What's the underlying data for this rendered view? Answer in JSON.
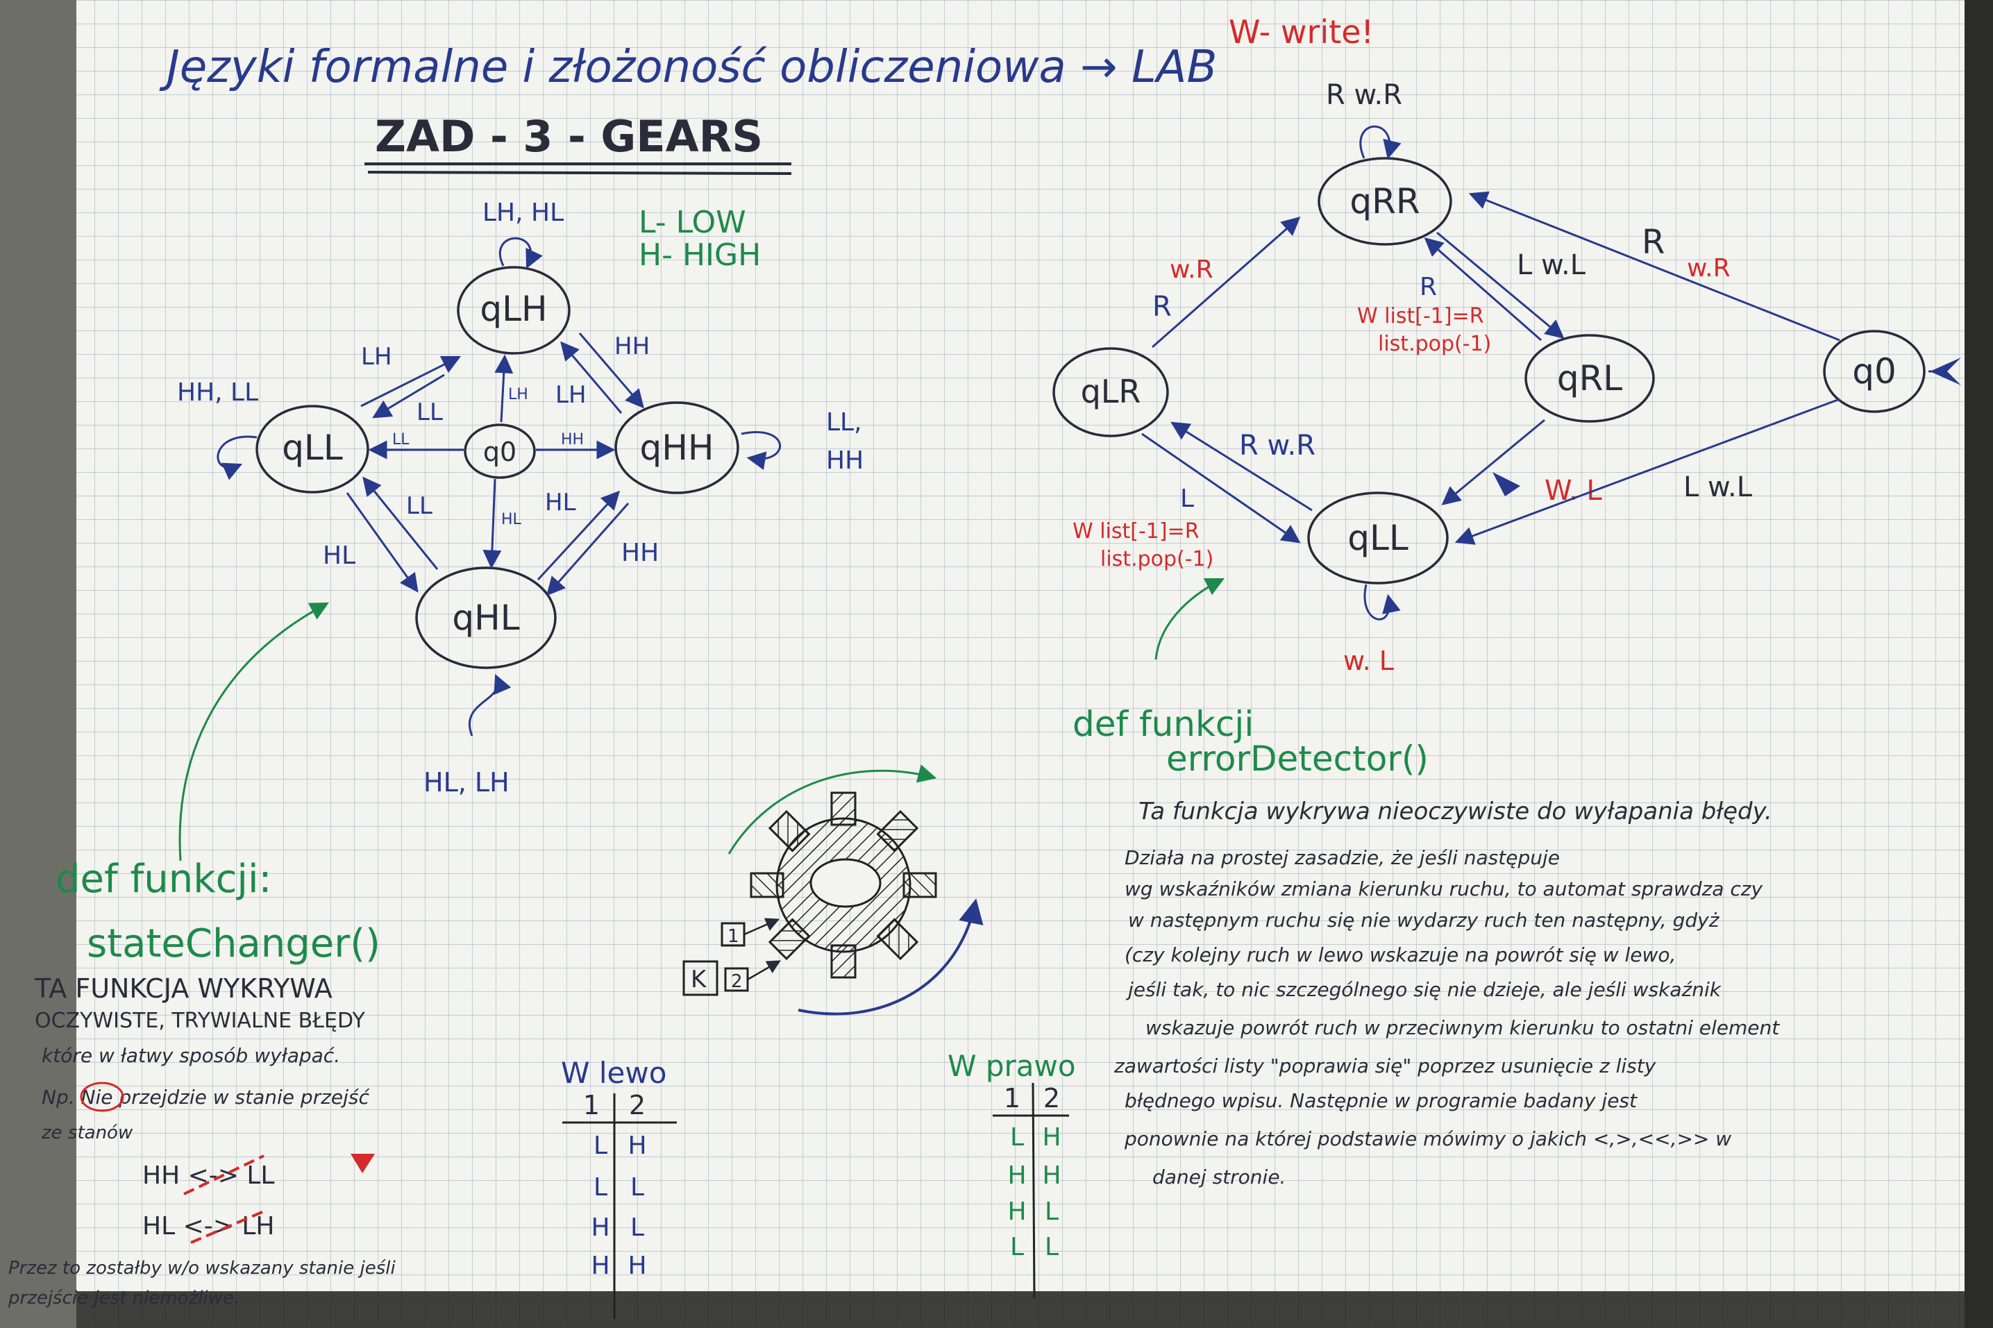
{
  "header": {
    "title": "Języki formalne i złożoność obliczeniowa → LAB",
    "subtitle": "ZAD - 3 - GEARS",
    "write_note": "W- write!"
  },
  "legend": {
    "low": "L- LOW",
    "high": "H- HIGH"
  },
  "left_graph": {
    "nodes": {
      "lh": "qLH",
      "ll": "qLL",
      "q0": "q0",
      "hh": "qHH",
      "hl": "qHL"
    },
    "edge_labels": {
      "lh_self": "LH, HL",
      "ll_self": "HH, LL",
      "hh_self_1": "LL,",
      "hh_self_2": "HH",
      "hl_self": "HL, LH",
      "ll_to_lh": "LH",
      "lh_to_ll": "LL",
      "hh_to_lh": "HH",
      "lh_to_hh": "LH",
      "q0_to_lh": "LH",
      "q0_to_ll": "LL",
      "q0_to_hh": "HH",
      "q0_to_hl": "HL",
      "ll_to_hl": "HL",
      "hl_to_ll": "LL",
      "hl_to_hh": "HL",
      "hh_to_hl": "HH"
    }
  },
  "right_graph": {
    "nodes": {
      "rr": "qRR",
      "lr": "qLR",
      "rl": "qRL",
      "q0": "q0",
      "ll": "qLL"
    },
    "edge_labels": {
      "rr_self": "R w.R",
      "lr_to_rr_1": "w.R",
      "lr_to_rr_2": "R",
      "rr_to_rl_r": "R",
      "rr_to_rl_note_1": "W list[-1]=R",
      "rr_to_rl_note_2": "list.pop(-1)",
      "rl_to_rr": "L w.L",
      "q0_to_rr_1": "R",
      "q0_to_rr_2": "w.R",
      "ll_to_lr": "R w.R",
      "lr_to_ll": "L",
      "lr_to_ll_note_1": "W list[-1]=R",
      "lr_to_ll_note_2": "list.pop(-1)",
      "rl_to_ll": "W. L",
      "q0_to_ll": "L w.L",
      "ll_self": "w. L"
    }
  },
  "state_changer": {
    "def": "def funkcji:",
    "name": "stateChanger()",
    "lines": [
      "TA FUNKCJA WYKRYWA",
      "OCZYWISTE, TRYWIALNE BŁĘDY",
      "które w łatwy sposób wyłapać.",
      "Np. Nie przejdzie w stanie przejść",
      "ze stanów"
    ],
    "example_1": "HH <-> LL",
    "example_2": "HL <-> LH",
    "footer_1": "Przez to zostałby w/o wskazany stanie jeśli",
    "footer_2": "przejście jest niemożliwe."
  },
  "error_detector": {
    "def": "def funkcji",
    "name": "errorDetector()",
    "lines": [
      "Ta funkcja wykrywa nieoczywiste do wyłapania błędy.",
      "Działa na prostej zasadzie, że jeśli następuje",
      "wg wskaźników zmiana kierunku ruchu, to automat sprawdza czy",
      "w następnym ruchu się nie wydarzy ruch ten następny, gdyż",
      "(czy kolejny ruch w lewo wskazuje na powrót się w lewo,",
      "jeśli tak, to nic szczególnego się nie dzieje, ale jeśli wskaźnik",
      "wskazuje powrót ruch w przeciwnym kierunku to ostatni element",
      "zawartości listy \"poprawia się\" poprzez usunięcie z listy",
      "błędnego wpisu. Następnie w programie badany jest",
      "ponownie na której podstawie mówimy o jakich <,>,<<,>> w",
      "danej stronie."
    ]
  },
  "table_left": {
    "title": "W lewo",
    "headers": [
      "1",
      "2"
    ],
    "rows": [
      [
        "L",
        "H"
      ],
      [
        "L",
        "L"
      ],
      [
        "H",
        "L"
      ],
      [
        "H",
        "H"
      ]
    ]
  },
  "table_right": {
    "title": "W prawo",
    "headers": [
      "1",
      "2"
    ],
    "rows": [
      [
        "L",
        "H"
      ],
      [
        "H",
        "H"
      ],
      [
        "H",
        "L"
      ],
      [
        "L",
        "L"
      ]
    ]
  },
  "gear": {
    "sensor_1": "1",
    "sensor_2": "2",
    "sensor_k": "K"
  }
}
